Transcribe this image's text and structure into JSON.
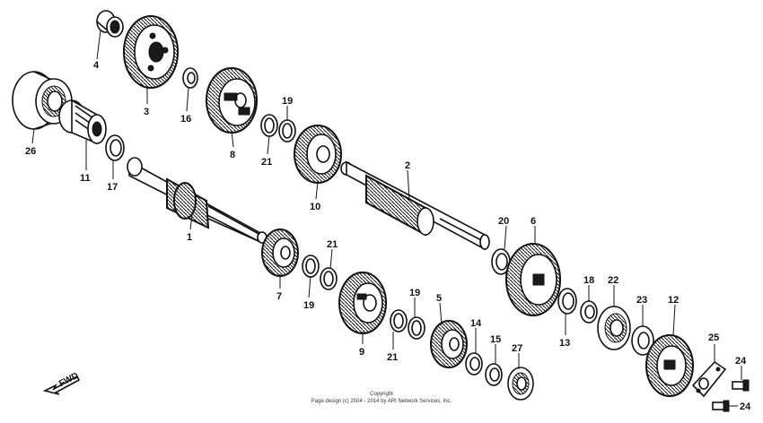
{
  "labels": {
    "p1": "1",
    "p2": "2",
    "p3": "3",
    "p4": "4",
    "p5": "5",
    "p6": "6",
    "p7": "7",
    "p8": "8",
    "p9": "9",
    "p10": "10",
    "p11": "11",
    "p12": "12",
    "p13": "13",
    "p14": "14",
    "p15": "15",
    "p16": "16",
    "p17": "17",
    "p18": "18",
    "p19a": "19",
    "p19b": "19",
    "p19c": "19",
    "p20": "20",
    "p21a": "21",
    "p21b": "21",
    "p21c": "21",
    "p22": "22",
    "p23": "23",
    "p24a": "24",
    "p24b": "24",
    "p25": "25",
    "p26": "26",
    "p27": "27"
  },
  "direction": {
    "text": "FWD"
  },
  "copyright": {
    "line1": "Copyright",
    "line2": "Page design (c) 2004 - 2014 by ARI Network Services, Inc."
  }
}
